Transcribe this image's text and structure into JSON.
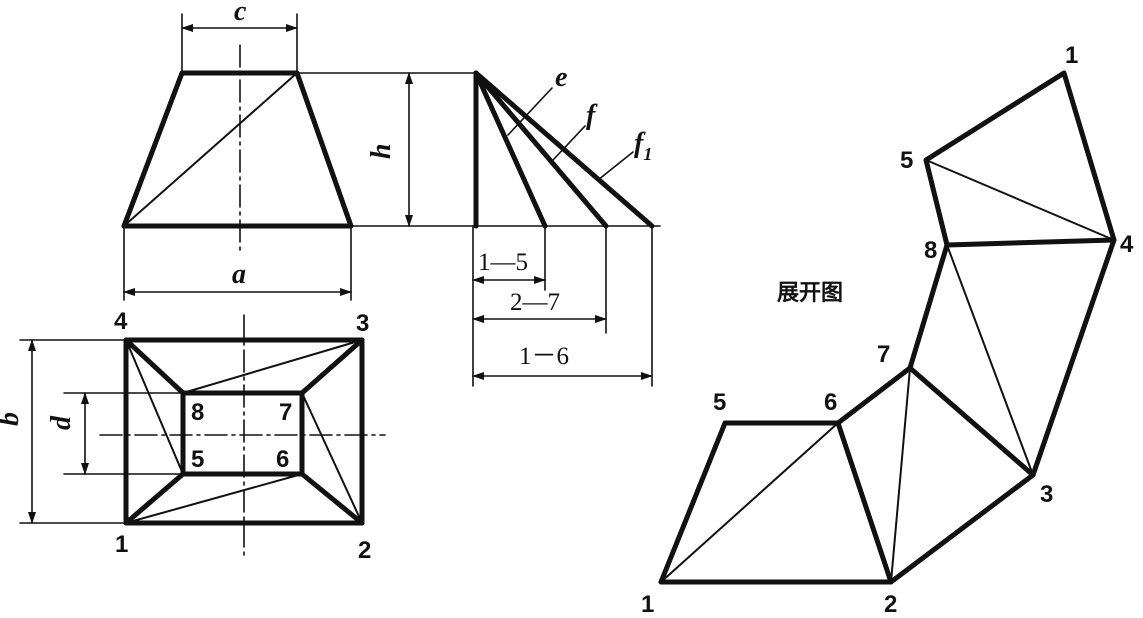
{
  "dimensions": {
    "top_width": "c",
    "bottom_width": "a",
    "height": "h",
    "plan_height": "b",
    "plan_inner_height": "d"
  },
  "true_length_lines": {
    "e": "e",
    "f": "f",
    "f1_main": "f",
    "f1_sub": "1"
  },
  "true_length_dims": {
    "d15": "1—5",
    "d27": "2—7",
    "d16": "1－6"
  },
  "plan_points": {
    "p1": "1",
    "p2": "2",
    "p3": "3",
    "p4": "4",
    "p5": "5",
    "p6": "6",
    "p7": "7",
    "p8": "8"
  },
  "development": {
    "title": "展开图",
    "labels": {
      "n1_bottom": "1",
      "n2": "2",
      "n3": "3",
      "n4": "4",
      "n5_top": "5",
      "n1_top": "1",
      "n5_left": "5",
      "n6": "6",
      "n7": "7",
      "n8": "8"
    }
  }
}
